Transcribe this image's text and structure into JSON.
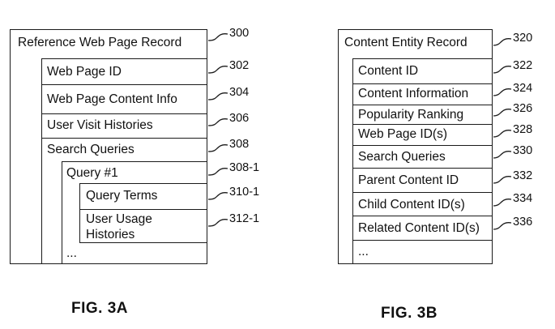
{
  "fig3a": {
    "caption": "FIG. 3A",
    "record": {
      "label": "Reference Web Page Record",
      "ref": "300"
    },
    "fields": [
      {
        "label": "Web Page ID",
        "ref": "302"
      },
      {
        "label": "Web Page Content Info",
        "ref": "304"
      },
      {
        "label": "User Visit Histories",
        "ref": "306"
      },
      {
        "label": "Search Queries",
        "ref": "308"
      }
    ],
    "query": {
      "label": "Query #1",
      "ref": "308-1"
    },
    "query_fields": [
      {
        "label": "Query Terms",
        "ref": "310-1"
      },
      {
        "label_line1": "User Usage",
        "label_line2": "Histories",
        "ref": "312-1"
      }
    ],
    "ellipsis": "..."
  },
  "fig3b": {
    "caption": "FIG. 3B",
    "record": {
      "label": "Content Entity Record",
      "ref": "320"
    },
    "fields": [
      {
        "label": "Content ID",
        "ref": "322"
      },
      {
        "label": "Content Information",
        "ref": "324"
      },
      {
        "label": "Popularity Ranking",
        "ref": "326"
      },
      {
        "label": "Web Page ID(s)",
        "ref": "328"
      },
      {
        "label": "Search Queries",
        "ref": "330"
      },
      {
        "label": "Parent Content ID",
        "ref": "332"
      },
      {
        "label": "Child Content ID(s)",
        "ref": "334"
      },
      {
        "label": "Related Content ID(s)",
        "ref": "336"
      }
    ],
    "ellipsis": "..."
  }
}
